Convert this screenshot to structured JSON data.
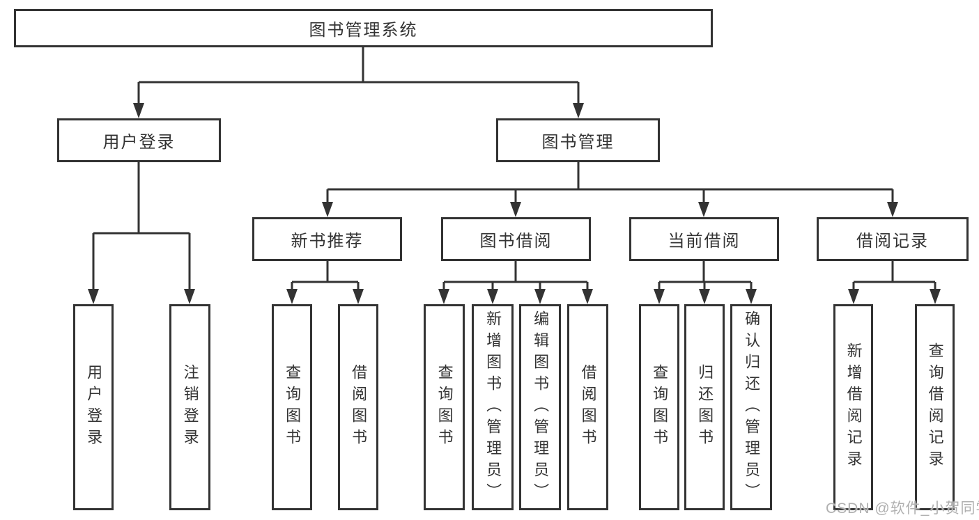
{
  "tree": {
    "root": {
      "label": "图书管理系统"
    },
    "branches": [
      {
        "label": "用户登录",
        "children": [
          "用户登录",
          "注销登录"
        ]
      },
      {
        "label": "图书管理",
        "sections": [
          {
            "label": "新书推荐",
            "children": [
              "查询图书",
              "借阅图书"
            ]
          },
          {
            "label": "图书借阅",
            "children": [
              "查询图书",
              "新增图书（管理员）",
              "编辑图书（管理员）",
              "借阅图书"
            ]
          },
          {
            "label": "当前借阅",
            "children": [
              "查询图书",
              "归还图书",
              "确认归还（管理员）"
            ]
          },
          {
            "label": "借阅记录",
            "children": [
              "新增借阅记录",
              "查询借阅记录"
            ]
          }
        ]
      }
    ]
  },
  "watermark": "CSDN @软件_小贺同学",
  "colors": {
    "line": "#333333",
    "text": "#333333",
    "background": "#ffffff",
    "watermark": "#b0b0b0"
  }
}
